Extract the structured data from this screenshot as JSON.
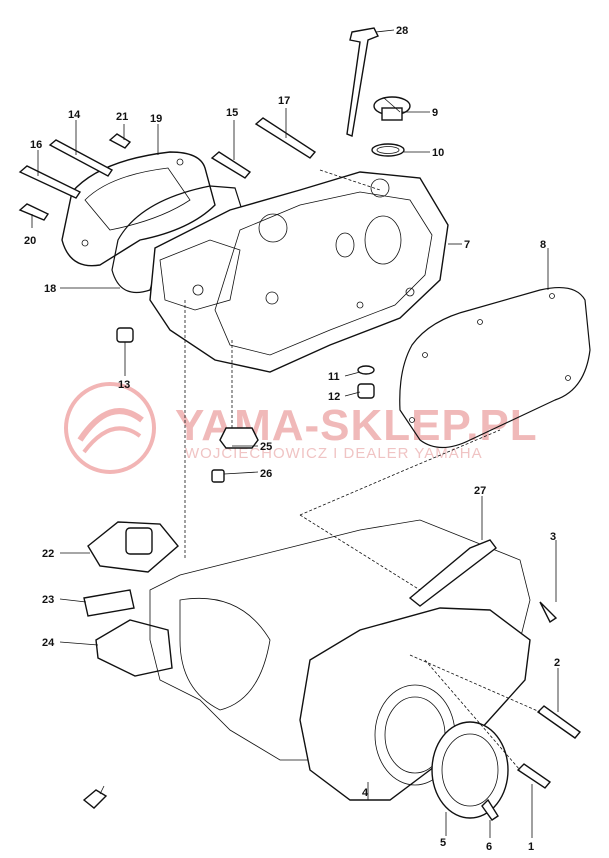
{
  "watermark": {
    "brand": "YAMA-SKLEP.PL",
    "owner": "WOJCIECHOWICZ I DEALER YAMAHA"
  },
  "parts": [
    {
      "id": "p28",
      "label": "28"
    },
    {
      "id": "p9",
      "label": "9"
    },
    {
      "id": "p10",
      "label": "10"
    },
    {
      "id": "p14",
      "label": "14"
    },
    {
      "id": "p21",
      "label": "21"
    },
    {
      "id": "p19",
      "label": "19"
    },
    {
      "id": "p15",
      "label": "15"
    },
    {
      "id": "p17",
      "label": "17"
    },
    {
      "id": "p16",
      "label": "16"
    },
    {
      "id": "p7",
      "label": "7"
    },
    {
      "id": "p20",
      "label": "20"
    },
    {
      "id": "p8",
      "label": "8"
    },
    {
      "id": "p18",
      "label": "18"
    },
    {
      "id": "p13",
      "label": "13"
    },
    {
      "id": "p11",
      "label": "11"
    },
    {
      "id": "p12",
      "label": "12"
    },
    {
      "id": "p25a",
      "label": "25"
    },
    {
      "id": "p26",
      "label": "26"
    },
    {
      "id": "p27",
      "label": "27"
    },
    {
      "id": "p22",
      "label": "22"
    },
    {
      "id": "p3",
      "label": "3"
    },
    {
      "id": "p23",
      "label": "23"
    },
    {
      "id": "p24",
      "label": "24"
    },
    {
      "id": "p2",
      "label": "2"
    },
    {
      "id": "p1",
      "label": "1"
    },
    {
      "id": "p5",
      "label": "5"
    },
    {
      "id": "p6",
      "label": "6"
    },
    {
      "id": "p4",
      "label": "4"
    }
  ]
}
